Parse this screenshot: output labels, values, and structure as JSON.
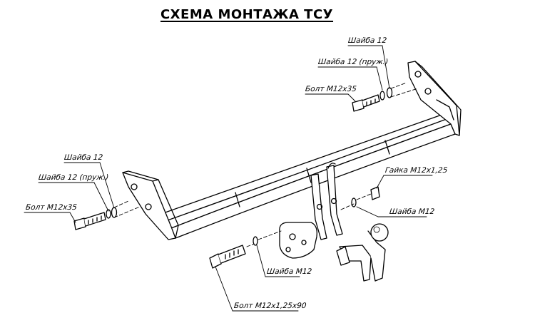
{
  "title": "СХЕМА МОНТАЖА ТСУ",
  "labels": {
    "washer12_right": "Шайба 12",
    "springwasher_right": "Шайба 12 (пруж.)",
    "bolt_right": "Болт М12х35",
    "washer12_left": "Шайба 12",
    "springwasher_left": "Шайба 12 (пруж.)",
    "bolt_left": "Болт М12х35",
    "nut": "Гайка М12х1,25",
    "washer_m12_right": "Шайба М12",
    "washer_m12_bottom": "Шайба М12",
    "bolt_long": "Болт М12х1,25х90"
  }
}
